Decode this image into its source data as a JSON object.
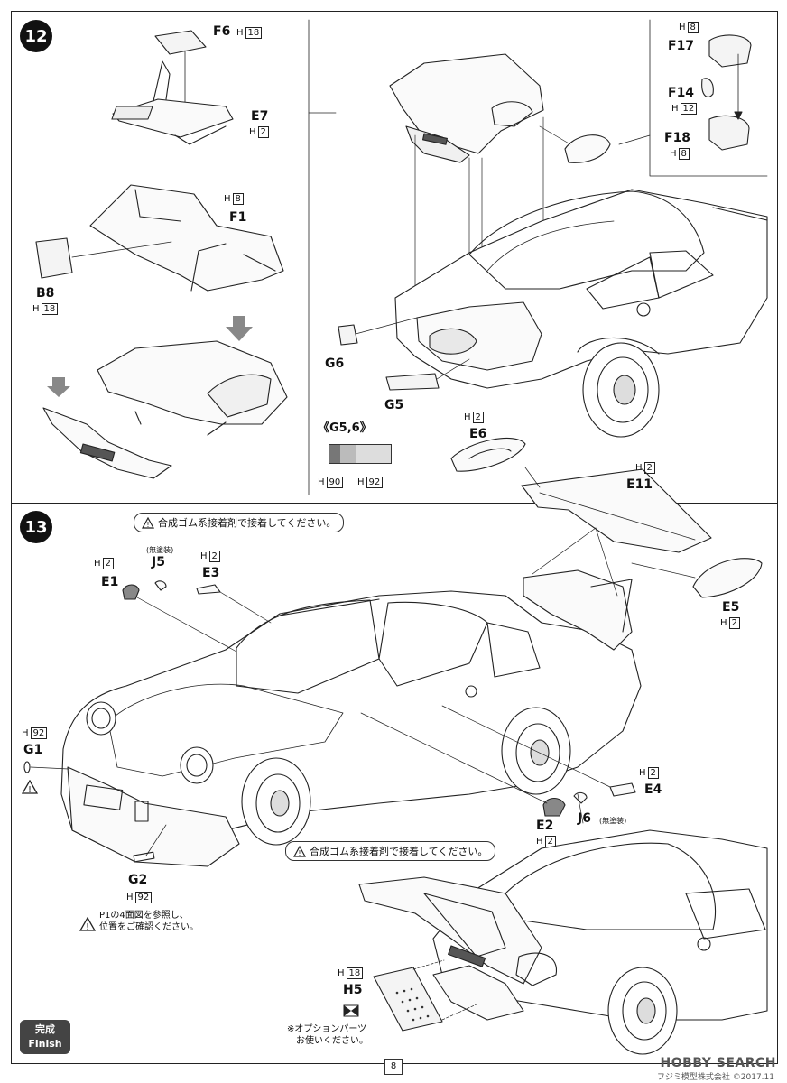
{
  "steps": {
    "step12": {
      "number": "12"
    },
    "step13": {
      "number": "13"
    }
  },
  "parts12": {
    "f6": {
      "label": "F6",
      "h": "18"
    },
    "e7": {
      "label": "E7",
      "h": "2"
    },
    "f1": {
      "label": "F1",
      "h": "8"
    },
    "b8": {
      "label": "B8",
      "h": "18"
    },
    "f17": {
      "label": "F17",
      "h": "8"
    },
    "f14": {
      "label": "F14",
      "h": "12"
    },
    "f18": {
      "label": "F18",
      "h": "8"
    },
    "g6": {
      "label": "G6"
    },
    "g5": {
      "label": "G5"
    },
    "e6": {
      "label": "E6",
      "h": "2"
    },
    "e11": {
      "label": "E11",
      "h": "2"
    },
    "g56": {
      "label": "《G5,6》",
      "h_left": "90",
      "h_right": "92"
    }
  },
  "parts13": {
    "e1": {
      "label": "E1",
      "h": "2"
    },
    "j5": {
      "label": "J5",
      "note": "(無塗装)"
    },
    "e3": {
      "label": "E3",
      "h": "2"
    },
    "e5": {
      "label": "E5",
      "h": "2"
    },
    "g1": {
      "label": "G1",
      "h": "92"
    },
    "g2": {
      "label": "G2",
      "h": "92"
    },
    "e4": {
      "label": "E4",
      "h": "2"
    },
    "e2": {
      "label": "E2",
      "h": "2"
    },
    "j6": {
      "label": "J6",
      "note": "(無塗装)"
    },
    "h5": {
      "label": "H5",
      "h": "18"
    }
  },
  "h_prefix": "H",
  "warnings": {
    "glue_top": "合成ゴム系接着剤で接着してください。",
    "glue_mid": "合成ゴム系接着剤で接着してください。",
    "p1_line1": "P1の4面図を参照し、",
    "p1_line2": "位置をご確認ください。",
    "option_line1": "※オプションパーツ",
    "option_line2": "お使いください。"
  },
  "finish": {
    "jp": "完成",
    "en": "Finish"
  },
  "page": {
    "number": "8"
  },
  "watermark": {
    "brand": "HOBBY SEARCH",
    "copyright": "フジミ模型株式会社 ©2017.11"
  }
}
